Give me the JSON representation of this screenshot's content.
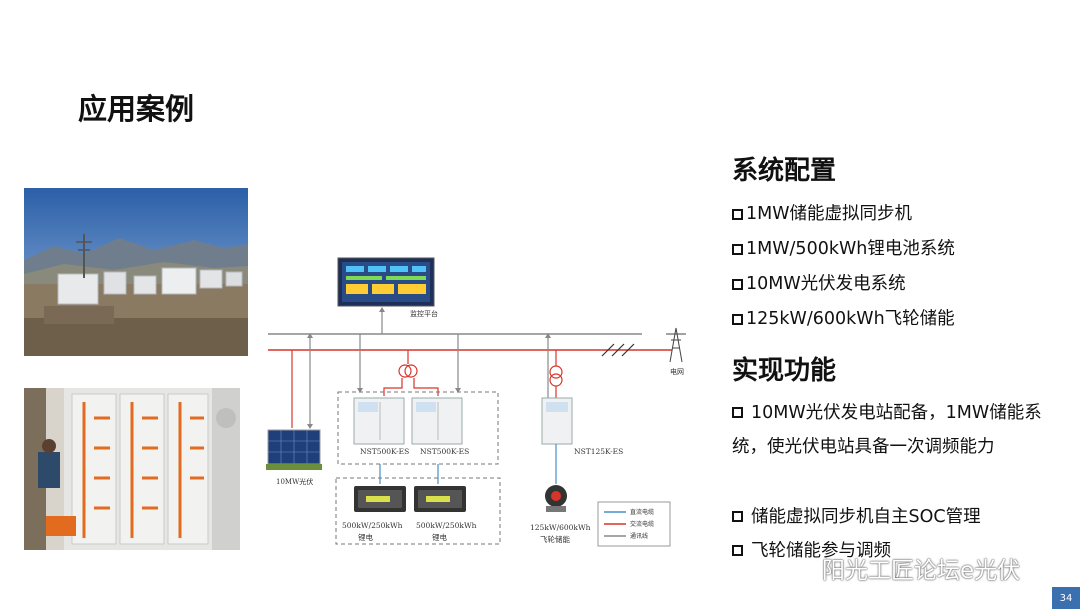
{
  "title": "应用案例",
  "config": {
    "heading": "系统配置",
    "items": [
      "1MW储能虚拟同步机",
      "1MW/500kWh锂电池系统",
      "10MW光伏发电系统",
      "125kW/600kWh飞轮储能"
    ]
  },
  "functions": {
    "heading": "实现功能",
    "items": [
      "10MW光伏发电站配备，1MW储能系统，使光伏电站具备一次调频能力",
      "储能虚拟同步机自主SOC管理",
      "飞轮储能参与调频"
    ]
  },
  "diagram": {
    "monitor_label": "监控平台",
    "grid_label": "电网",
    "pv_label": "10MW光伏",
    "inverter1_label": "NST500K-ES",
    "inverter2_label": "NST500K-ES",
    "inverter3_label": "NST125K-ES",
    "battery1_label": "500kW/250kWh",
    "battery1_sub": "锂电",
    "battery2_label": "500kW/250kWh",
    "battery2_sub": "锂电",
    "flywheel_label": "125kW/600kWh",
    "flywheel_sub": "飞轮储能",
    "legend": [
      "直流电缆",
      "交流电缆",
      "通讯线"
    ],
    "colors": {
      "dc": "#4a90c8",
      "ac": "#d9342b",
      "comm": "#888888"
    }
  },
  "watermark": "阳光工匠论坛e光伏",
  "page_number": "34"
}
